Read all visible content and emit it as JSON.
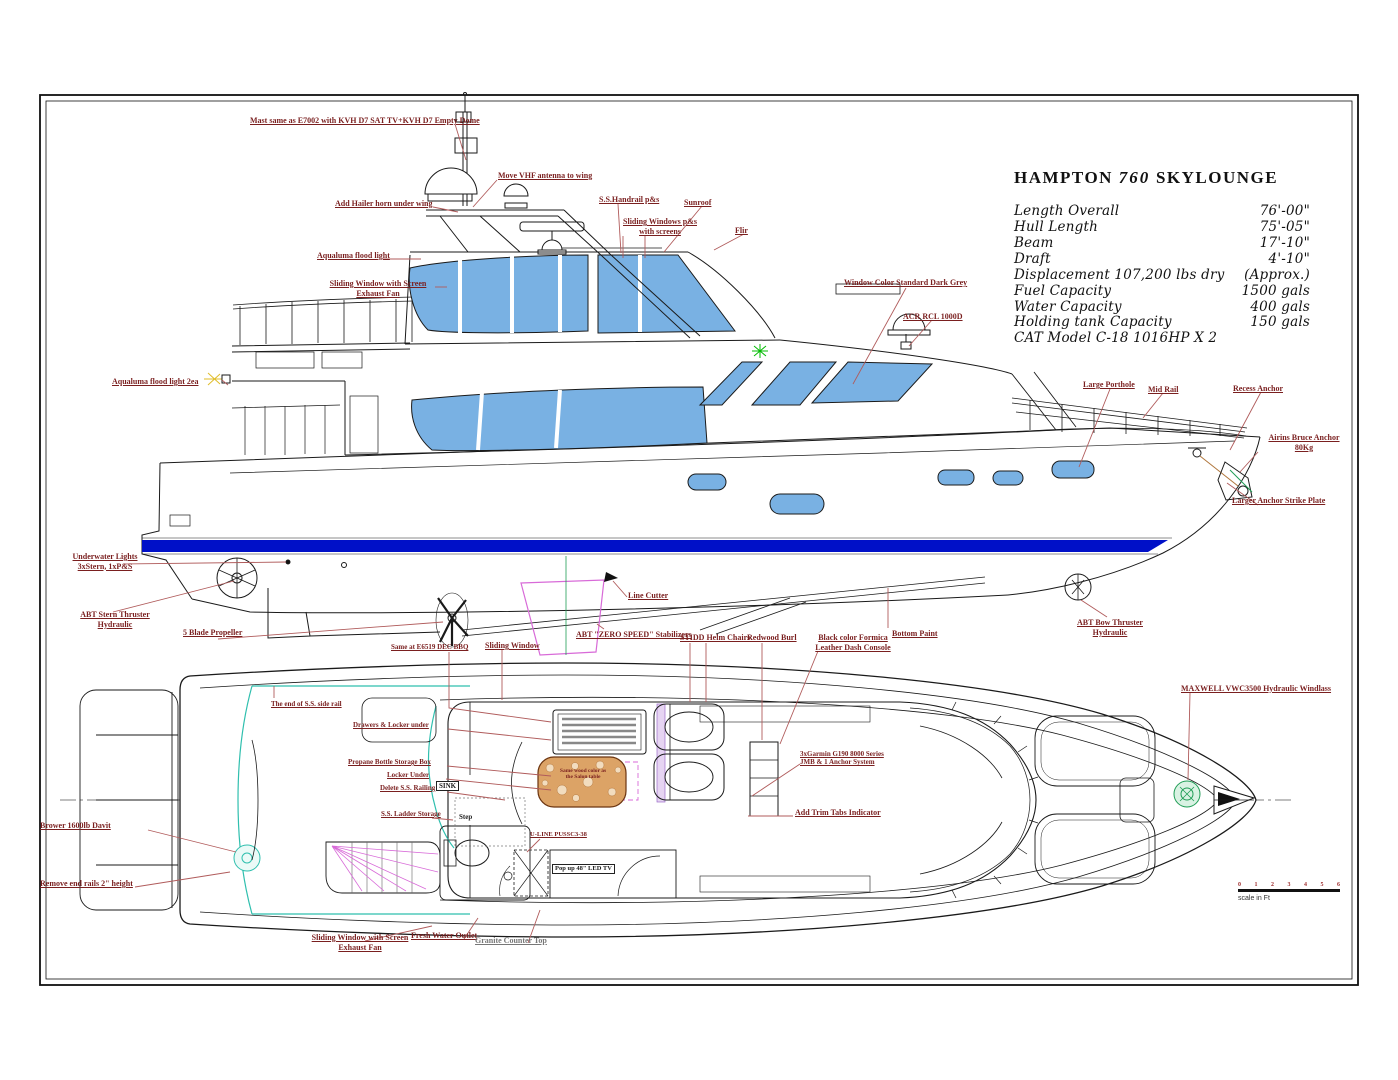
{
  "sheet": {
    "title_parts": [
      "HAMPTON",
      "760",
      "SKYLOUNGE"
    ],
    "specs": [
      {
        "label": "Length Overall",
        "value": "76'-00\""
      },
      {
        "label": "Hull Length",
        "value": "75'-05\""
      },
      {
        "label": "Beam",
        "value": "17'-10\""
      },
      {
        "label": "Draft",
        "value": "4'-10\""
      },
      {
        "label": "Displacement 107,200 lbs dry",
        "value": "(Approx.)"
      },
      {
        "label": "Fuel Capacity",
        "value": "1500 gals"
      },
      {
        "label": "Water Capacity",
        "value": "400 gals"
      },
      {
        "label": "Holding tank Capacity",
        "value": "150 gals"
      },
      {
        "label": "CAT Model C-18 1016HP X 2",
        "value": ""
      }
    ],
    "scale_bar": {
      "ticks": [
        "0",
        "1",
        "2",
        "3",
        "4",
        "5",
        "6"
      ],
      "caption": "scale in Ft"
    }
  },
  "side": {
    "labels": {
      "s01": "Mast same as E7002 with KVH D7 SAT TV+KVH D7 Empty Dome",
      "s02": "Move VHF antenna to wing",
      "s03": "Add Hailer horn under wing",
      "s04": "S.S.Handrail p&s",
      "s05": "Sunroof",
      "s06": "Sliding Windows p&s\nwith screens",
      "s07": "Flir",
      "s08": "Aqualuma flood light",
      "s09": "Sliding Window with Screen\nExhaust Fan",
      "s10": "Window Color Standard Dark Grey",
      "s11": "ACR RCL 1000D",
      "s12": "Aqualuma flood light  2ea",
      "s13": "Large Porthole",
      "s14": "Mid Rail",
      "s15": "Recess Anchor",
      "s16": "Airins Bruce Anchor\n80Kg",
      "s17": "Larger Anchor Strike Plate",
      "s18": "Underwater Lights\n3xStern, 1xP&S",
      "s19": "ABT Stern Thruster\nHydraulic",
      "s20": "5 Blade Propeller",
      "s21": "Line Cutter",
      "s22": "ABT \"ZERO SPEED\" Stabilizers",
      "s23": "Bottom Paint",
      "s24": "ABT Bow Thruster\nHydraulic"
    }
  },
  "plan": {
    "labels": {
      "p01": "Same at E6519 DEC BBQ",
      "p02": "Sliding Window",
      "p03": "STIDD Helm Chairs",
      "p04": "Redwood Burl",
      "p05": "Black color Formica\nLeather Dash Console",
      "p06": "The end of S.S. side rail",
      "p07": "Drawers & Locker under",
      "p08": "Propane Bottle Storage Box",
      "p09": "Locker Under",
      "p10": "Delete S.S. Railing",
      "p11": "SINK",
      "p12": "S.S. Ladder Storage",
      "p13": "Step",
      "p14": "Brower 1600lb Davit",
      "p15": "U-LINE PUSSC3-38",
      "p16": "Pop up 48\" LED TV",
      "p17": "Remove end rails 2\" height",
      "p18": "3xGarmin G190 8000 Series\nJMB & 1 Anchor System",
      "p19": "Add Trim Tabs Indicator",
      "p20": "MAXWELL VWC3500 Hydraulic Windlass",
      "p21": "Sliding Window with Screen\nExhaust Fan",
      "p22": "Fresh Water Outlet",
      "p23": "Granite Counter Top",
      "p24": "Same wood color as\nthe Salon table"
    }
  },
  "colors": {
    "window_blue": "#79b1e3",
    "waterline_blue": "#0010c8",
    "teal": "#2fbfae",
    "magenta": "#d86ad8",
    "leader_red": "#b05b5b",
    "label_red": "#7a1f1f",
    "green": "#1f9d55",
    "burl": "#dca366"
  }
}
